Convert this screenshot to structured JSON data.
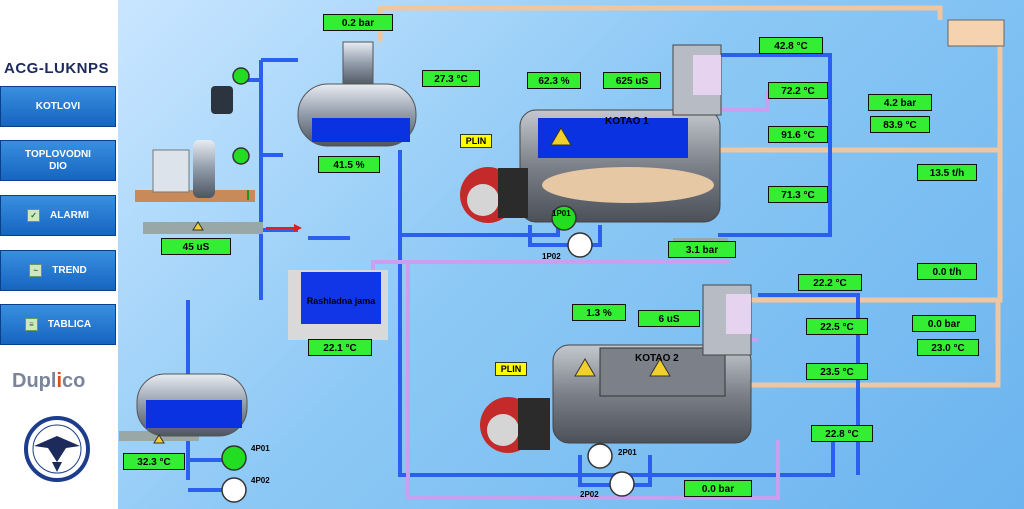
{
  "sidebar": {
    "logo": "ACG-LUKNPS",
    "buttons": [
      {
        "label": "KOTLOVI"
      },
      {
        "label": "TOPLOVODNI\nDIO"
      },
      {
        "label": "ALARMI"
      },
      {
        "label": "TREND"
      },
      {
        "label": "TABLICA"
      }
    ],
    "brand_a": "Dupl",
    "brand_b": "i",
    "brand_c": "co"
  },
  "values": {
    "pressure_top": "0.2 bar",
    "temp_tank_top": "27.3 °C",
    "level_tank_top": "41.5 %",
    "k1_level": "62.3 %",
    "k1_cond": "625 uS",
    "k1_out": "42.8 °C",
    "k1_t1": "72.2 °C",
    "k1_t2": "91.6 °C",
    "k1_t3": "71.3 °C",
    "k1_pressure": "3.1 bar",
    "line_pressure": "4.2 bar",
    "line_temp": "83.9 °C",
    "flow1": "13.5 t/h",
    "flow2": "0.0 t/h",
    "cond_left": "45 uS",
    "pit_temp": "22.1 °C",
    "k2_level": "1.3 %",
    "k2_cond": "6 uS",
    "k2_out": "22.2 °C",
    "k2_t1": "22.5 °C",
    "k2_t2": "23.5 °C",
    "k2_t3": "22.8 °C",
    "k2_pressure": "0.0 bar",
    "ret_pressure": "0.0 bar",
    "ret_temp": "23.0 °C",
    "tank_bottom_temp": "32.3 °C"
  },
  "labels": {
    "kotao1": "KOTAO 1",
    "kotao2": "KOTAO 2",
    "plin": "PLIN",
    "pit": "Rashladna jama",
    "p1p01": "1P01",
    "p1p02": "1P02",
    "p2p01": "2P01",
    "p2p02": "2P02",
    "p4p01": "4P01",
    "p4p02": "4P02"
  },
  "colors": {
    "value_bg": "#33ee33",
    "pipe_blue": "#2a5ff0",
    "pipe_steam": "#f0c6a0",
    "pipe_purple": "#c99ff0"
  }
}
